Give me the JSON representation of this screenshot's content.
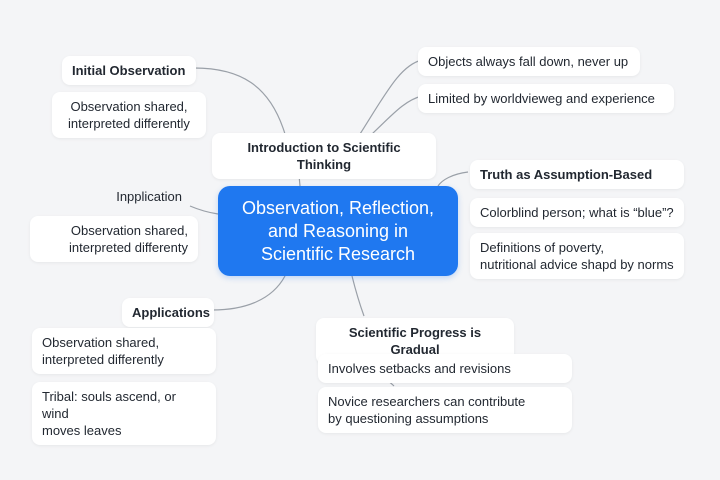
{
  "center": {
    "text": "Observation, Reflection,\nand Reasoning in\nScientific Research",
    "color": "#1f78f0"
  },
  "branches": {
    "initial_observation": {
      "label": "Initial Observation",
      "detail": "Observation shared,\ninterpreted differently"
    },
    "introduction": {
      "label": "Introduction to Scientific Thinking"
    },
    "objects_fall": "Objects always fall down, never up",
    "limited_by": "Limited by worldvieweg and experience",
    "truth": {
      "label": "Truth as Assumption-Based",
      "items": [
        "Colorblind person; what is “blue”?",
        "Definitions of poverty,\nnutritional advice shapd by norms"
      ]
    },
    "inpplication": {
      "label": "Inpplication",
      "detail": "Observation shared,\ninterpreted differenty"
    },
    "applications": {
      "label": "Applications",
      "items": [
        "Observation shared,\ninterpreted differently",
        "Tribal: souls ascend, or wind\nmoves leaves"
      ]
    },
    "progress": {
      "label": "Scientific Progress is Gradual",
      "items": [
        "Involves setbacks and revisions",
        "Novice researchers can contribute\nby questioning assumptions"
      ]
    }
  }
}
